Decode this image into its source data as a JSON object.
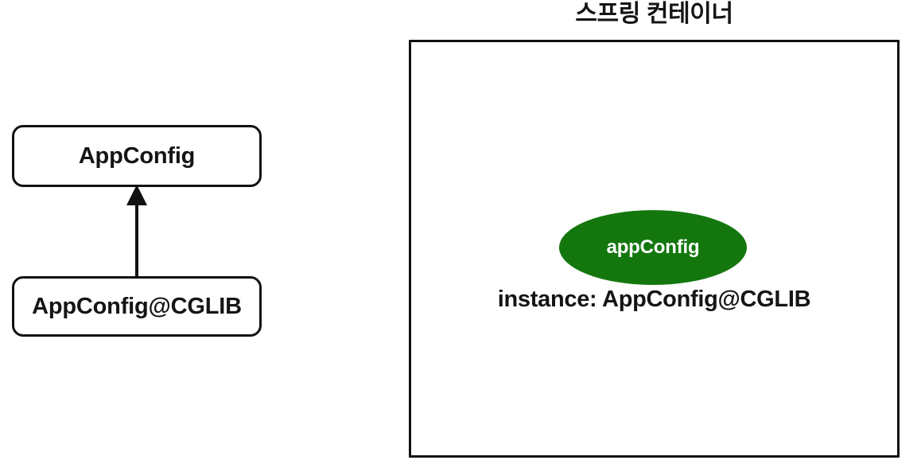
{
  "diagram": {
    "background_color": "#ffffff",
    "stroke_color": "#111111",
    "text_color": "#151515",
    "bean_fill_color": "#14770e",
    "bean_text_color": "#ffffff"
  },
  "left_hierarchy": {
    "parent_box_label": "AppConfig",
    "child_box_label": "AppConfig@CGLIB",
    "relation": "inheritance-arrow-up"
  },
  "spring_container": {
    "title": "스프링 컨테이너",
    "bean": {
      "name": "appConfig",
      "instance_label": "instance: AppConfig@CGLIB"
    }
  }
}
